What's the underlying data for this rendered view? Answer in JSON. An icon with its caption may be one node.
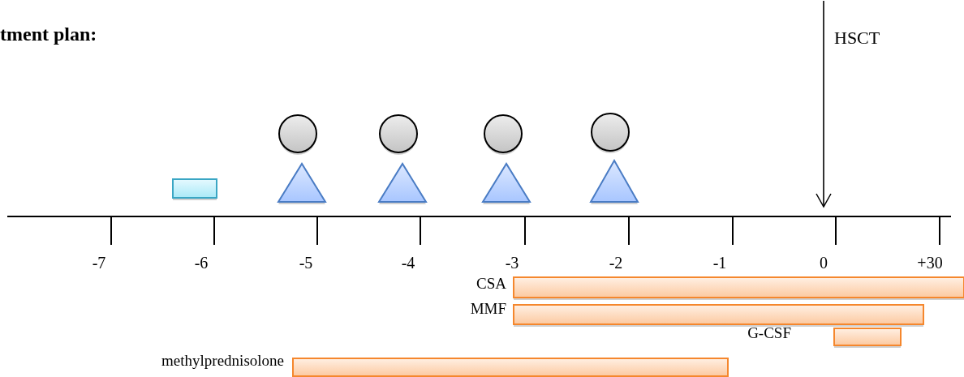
{
  "diagram": {
    "title": "tment plan:",
    "labels": [
      "HSCT",
      "-7",
      "-6",
      "-5",
      "-4",
      "-3",
      "-2",
      "-1",
      "0",
      "+30",
      "CSA",
      "MMF",
      "G-CSF",
      "methylprednisolone"
    ]
  }
}
